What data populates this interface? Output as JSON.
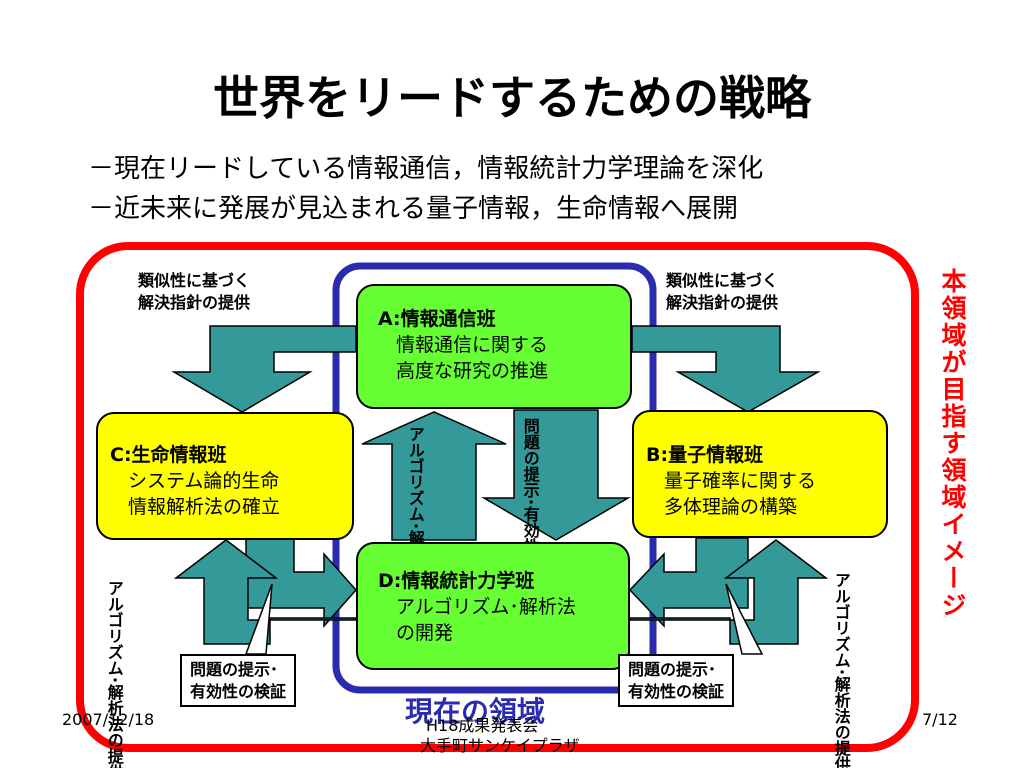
{
  "slide": {
    "title": "世界をリードするための戦略",
    "subtitle_lines": [
      "－現在リードしている情報通信，情報統計力学理論を深化",
      "－近未来に発展が見込まれる量子情報，生命情報へ展開"
    ]
  },
  "diagram": {
    "teams": {
      "a": {
        "title": "A:情報通信班",
        "lines": [
          "情報通信に関する",
          "高度な研究の推進"
        ]
      },
      "b": {
        "title": "B:量子情報班",
        "lines": [
          "量子確率に関する",
          "多体理論の構築"
        ]
      },
      "c": {
        "title": "C:生命情報班",
        "lines": [
          "システム論的生命",
          "情報解析法の確立"
        ]
      },
      "d": {
        "title": "D:情報統計力学班",
        "lines": [
          "アルゴリズム･解析法",
          "の開発"
        ]
      }
    },
    "labels": {
      "similarity_left": [
        "類似性に基づく",
        "解決指針の提供"
      ],
      "similarity_right": [
        "類似性に基づく",
        "解決指針の提供"
      ],
      "algo_center": "アルゴリズム･解析法の提供",
      "problem_center": "問題の提示･有効性の検証",
      "algo_left": [
        "アルゴリズム･",
        "解析法の提供"
      ],
      "algo_right": [
        "アルゴリズム･",
        "解析法の提供"
      ],
      "problem_left": [
        "問題の提示･",
        "有効性の検証"
      ],
      "problem_right": [
        "問題の提示･",
        "有効性の検証"
      ]
    },
    "region_label": "本領域が目指す領域イメージ",
    "current_region_label": "現在の領域"
  },
  "footer": {
    "date": "2007/12/18",
    "venue_lines": [
      "H18成果発表会",
      "大手町サンケイプラザ"
    ],
    "page": "7/12"
  },
  "colors": {
    "outer_frame": "#ff0000",
    "inner_frame": "#2b2bb0",
    "arrow_fill": "#339999",
    "team_a_d_fill": "#66ff33",
    "team_b_c_fill": "#ffff00"
  }
}
